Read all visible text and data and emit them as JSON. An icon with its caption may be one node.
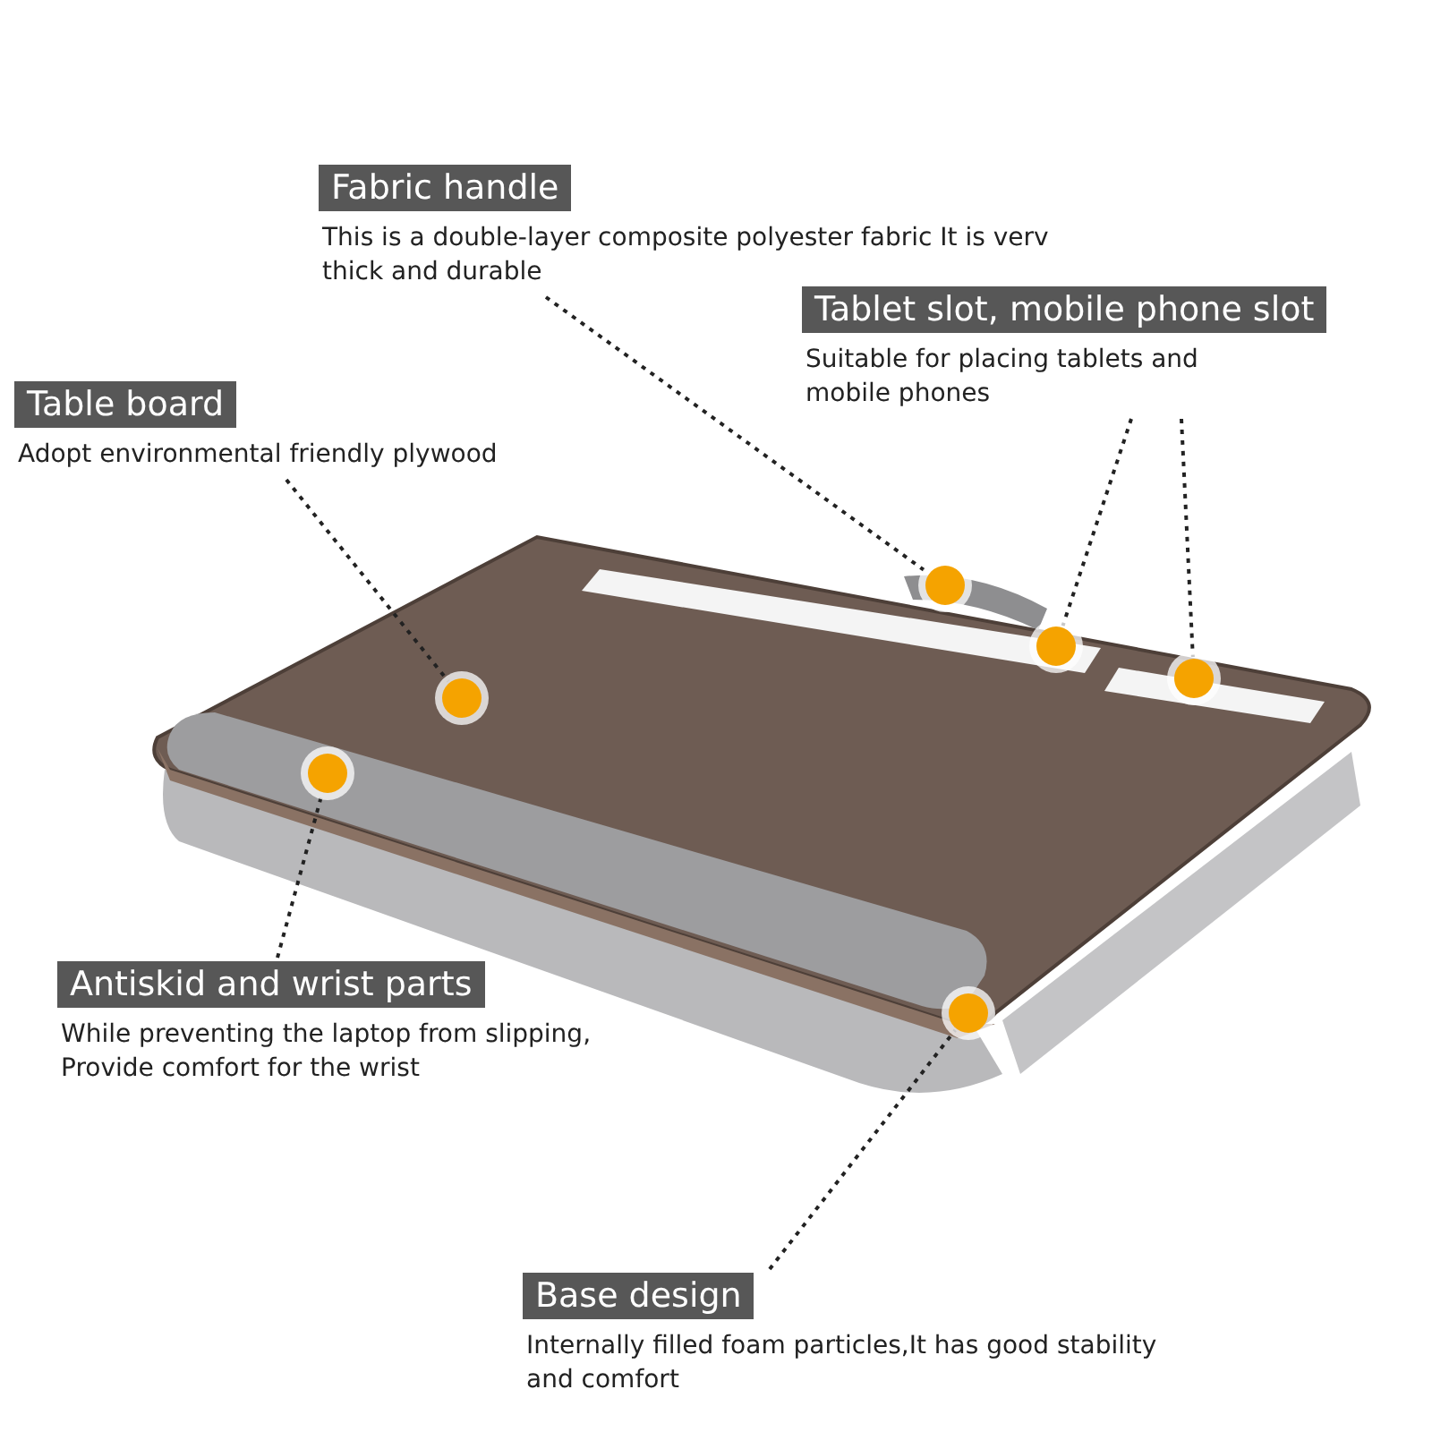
{
  "diagram": {
    "nodes": [
      {
        "text": [
          "Fabric handle",
          "This is a double-layer composite polyester fabric It is verv thick and durable"
        ]
      },
      {
        "text": [
          "Tablet slot, mobile phone slot",
          "Suitable for placing tablets and mobile phones"
        ]
      },
      {
        "text": [
          "Table board",
          "Adopt environmental friendly plywood"
        ]
      },
      {
        "text": [
          "Antiskid and wrist parts",
          "While preventing the laptop from slipping, Provide comfort for the wrist"
        ]
      },
      {
        "text": [
          "Base design",
          "Internally filled foam particles,It has good stability and comfort"
        ]
      },
      {
        "text": [],
        "shape": "circle"
      },
      {
        "text": [],
        "shape": "circle"
      },
      {
        "text": [],
        "shape": "circle"
      },
      {
        "text": [],
        "shape": "circle"
      },
      {
        "text": [],
        "shape": "circle"
      },
      {
        "text": [],
        "shape": "circle"
      }
    ],
    "edges": [
      {
        "from": 0,
        "to": 5,
        "arrow": "none"
      },
      {
        "from": 1,
        "to": 6,
        "arrow": "none"
      },
      {
        "from": 1,
        "to": 7,
        "arrow": "none"
      },
      {
        "from": 2,
        "to": 8,
        "arrow": "none"
      },
      {
        "from": 3,
        "to": 9,
        "arrow": "none"
      },
      {
        "from": 4,
        "to": 10,
        "arrow": "none"
      }
    ]
  }
}
